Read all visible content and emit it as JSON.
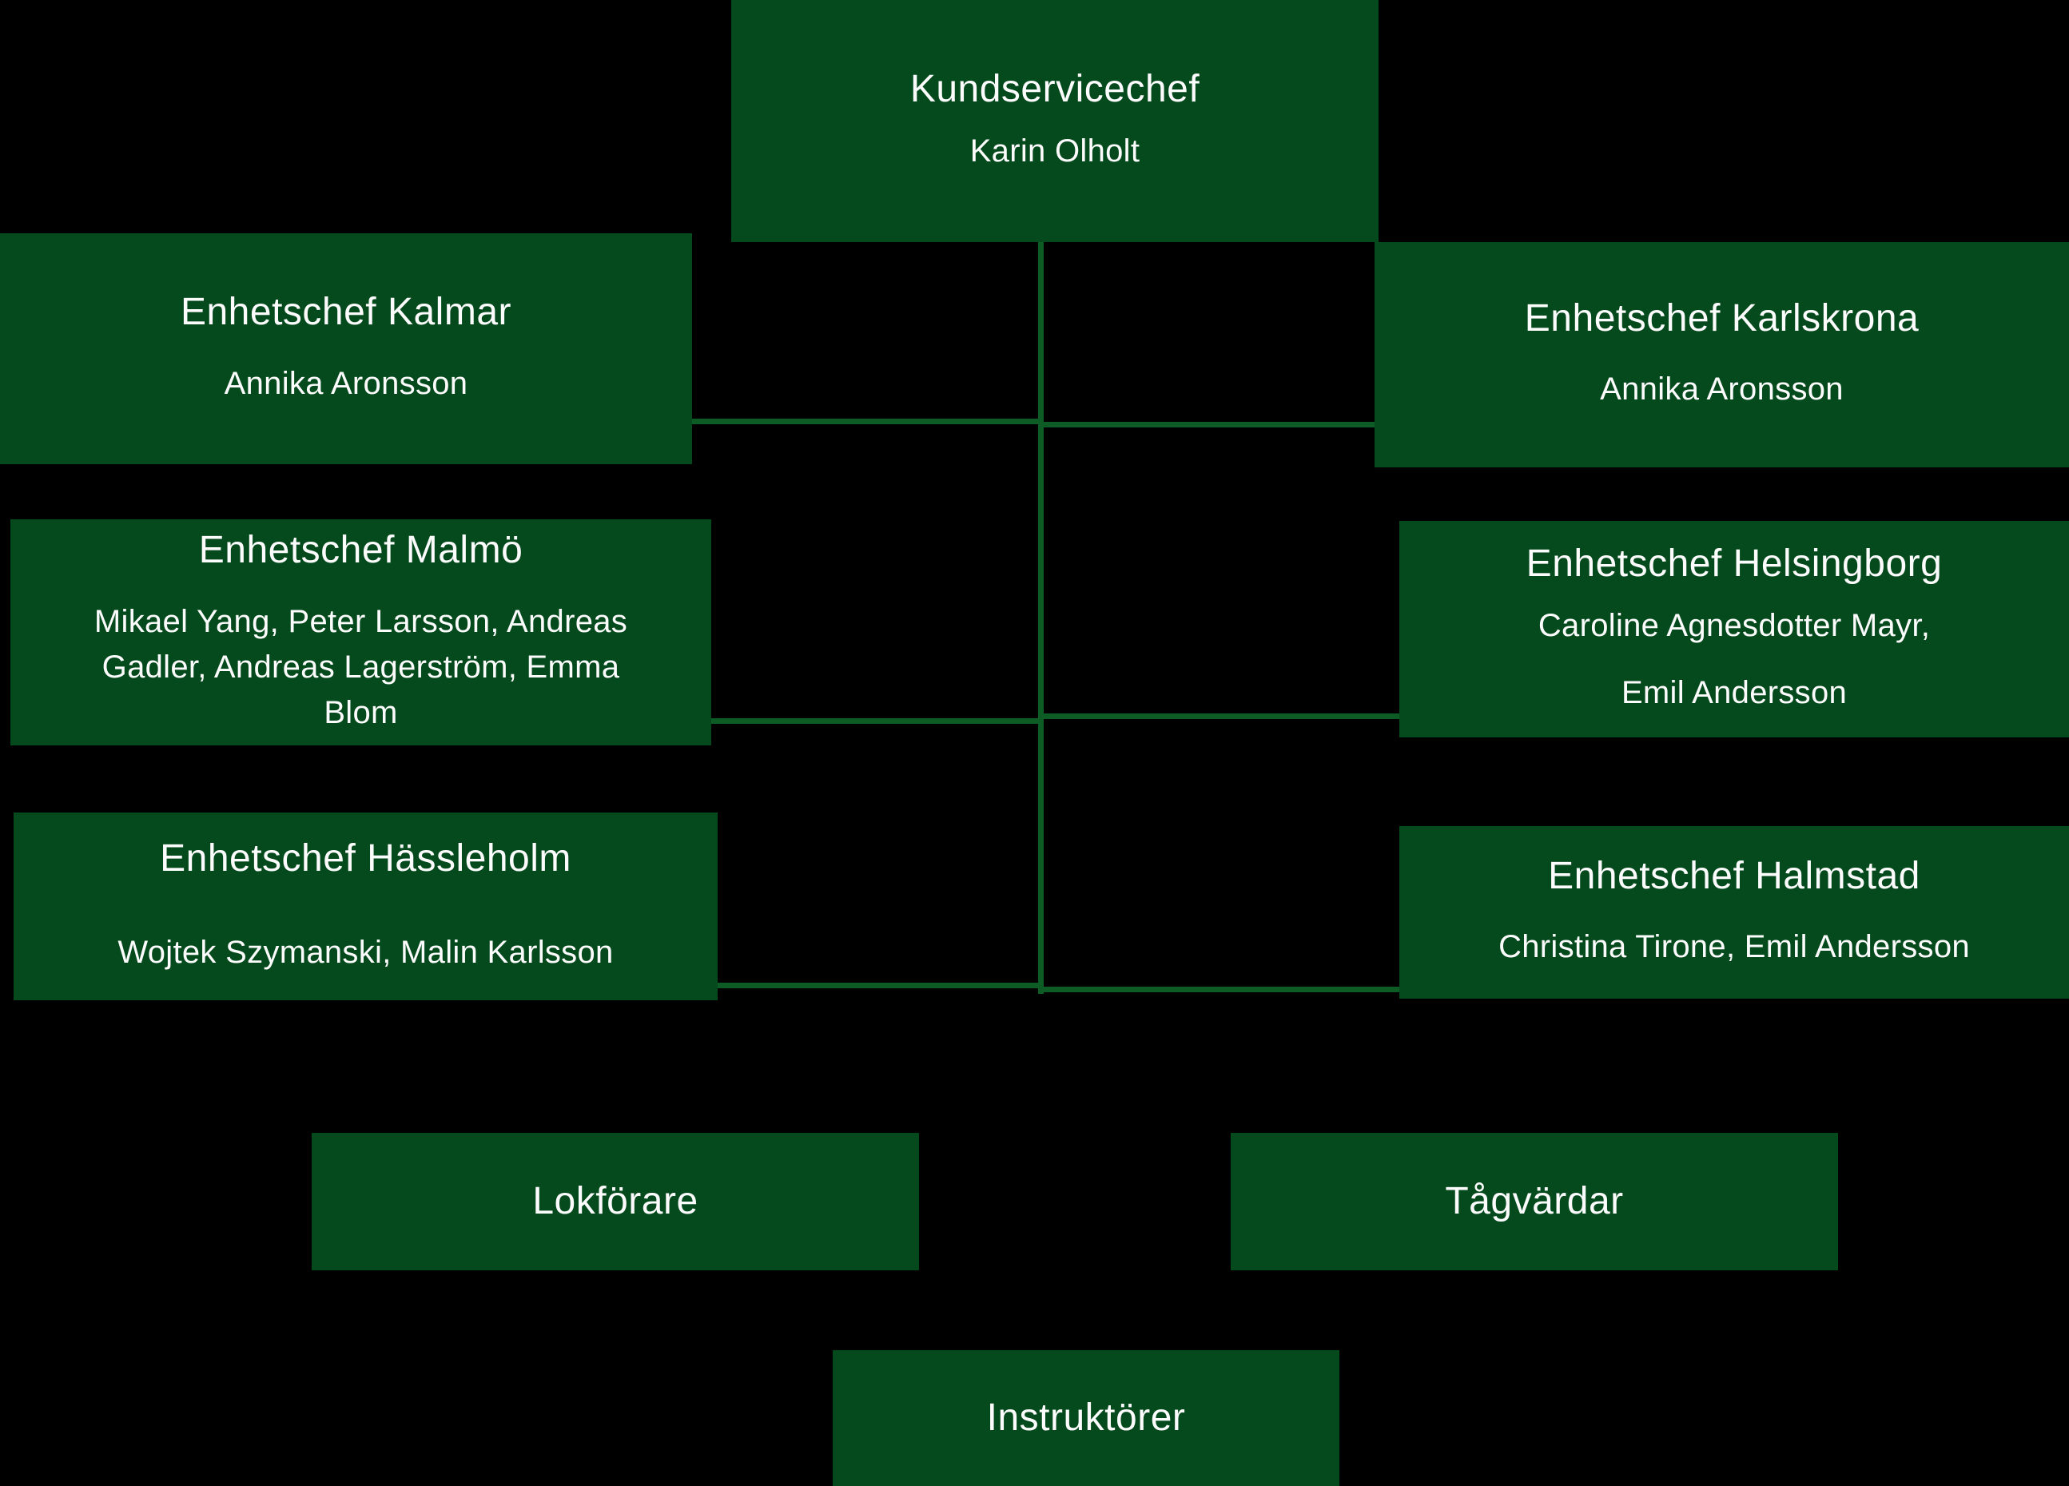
{
  "colors": {
    "background": "#000000",
    "box_fill": "#054a1d",
    "connector": "#0d5c26",
    "text": "#fcfcfc"
  },
  "org_chart": {
    "root": {
      "title": "Kundservicechef",
      "subtitle": "Karin Olholt"
    },
    "left_column": [
      {
        "title": "Enhetschef Kalmar",
        "subtitle": "Annika Aronsson"
      },
      {
        "title": "Enhetschef Malmö",
        "subtitle": "Mikael Yang, Peter Larsson, Andreas Gadler, Andreas Lagerström, Emma Blom"
      },
      {
        "title": "Enhetschef Hässleholm",
        "subtitle": "Wojtek Szymanski, Malin Karlsson"
      }
    ],
    "right_column": [
      {
        "title": "Enhetschef Karlskrona",
        "subtitle": "Annika Aronsson"
      },
      {
        "title": "Enhetschef Helsingborg",
        "subtitle_lines": [
          "Caroline Agnesdotter Mayr,",
          "Emil Andersson"
        ]
      },
      {
        "title": "Enhetschef Halmstad",
        "subtitle": "Christina Tirone, Emil Andersson"
      }
    ],
    "bottom_row": [
      {
        "title": "Lokförare"
      },
      {
        "title": "Tågvärdar"
      },
      {
        "title": "Instruktörer"
      }
    ]
  }
}
